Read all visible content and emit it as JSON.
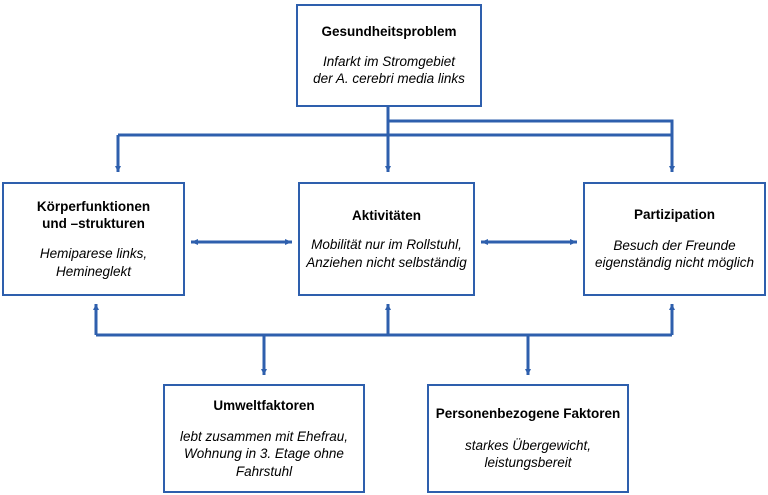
{
  "diagram": {
    "type": "icf-biopsychosocial-model",
    "accent_color": "#2E5FAD",
    "background_color": "#FFFFFF",
    "boxes": {
      "health_condition": {
        "title": "Gesundheitsproblem",
        "detail": "Infarkt im Stromgebiet\nder A. cerebri media links"
      },
      "body_functions": {
        "title": "Körperfunktionen\nund –strukturen",
        "detail": "Hemiparese links,\nHemineglekt"
      },
      "activities": {
        "title": "Aktivitäten",
        "detail": "Mobilität nur im Rollstuhl,\nAnziehen nicht selbständig"
      },
      "participation": {
        "title": "Partizipation",
        "detail": "Besuch der Freunde\neigenständig nicht möglich"
      },
      "environmental_factors": {
        "title": "Umweltfaktoren",
        "detail": "lebt zusammen mit Ehefrau,\nWohnung in 3. Etage ohne\nFahrstuhl"
      },
      "personal_factors": {
        "title": "Personenbezogene Faktoren",
        "detail": "starkes Übergewicht,\nleistungsbereit"
      }
    },
    "connectors": [
      {
        "name": "health-to-body",
        "direction": "down"
      },
      {
        "name": "health-to-activities",
        "direction": "down"
      },
      {
        "name": "health-to-participation",
        "direction": "down"
      },
      {
        "name": "body-to-activities",
        "direction": "both"
      },
      {
        "name": "activities-to-participation",
        "direction": "both"
      },
      {
        "name": "environment-to-body",
        "direction": "up"
      },
      {
        "name": "environment-to-activities",
        "direction": "up"
      },
      {
        "name": "environment-to-participation",
        "direction": "up"
      },
      {
        "name": "bus-to-environment",
        "direction": "down"
      },
      {
        "name": "bus-to-personal",
        "direction": "down"
      }
    ]
  }
}
